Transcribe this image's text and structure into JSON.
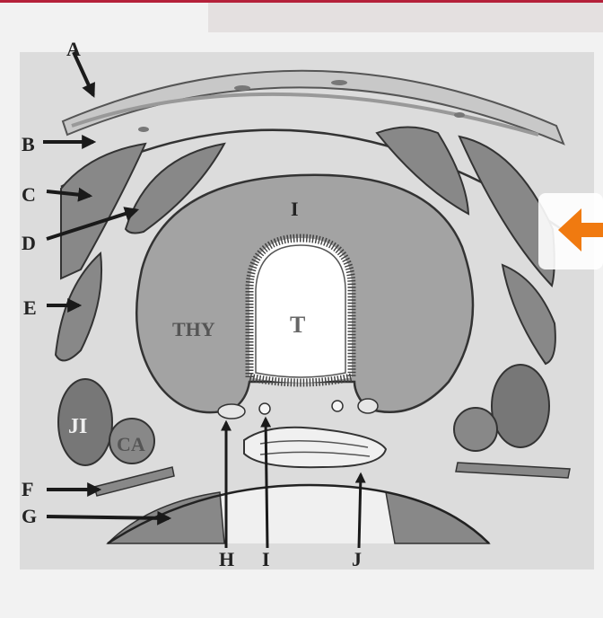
{
  "figure": {
    "labels": {
      "a": "A",
      "b": "B",
      "c": "C",
      "d": "D",
      "e": "E",
      "f": "F",
      "g": "G",
      "h": "H",
      "i": "I",
      "j": "J"
    },
    "inner_labels": {
      "thyroid_isthmus": "I",
      "thyroid": "THY",
      "trachea": "T",
      "jugular": "JI",
      "carotid": "CA"
    }
  },
  "colors": {
    "accent_bar": "#b5213a",
    "orange_arrow": "#f07a10",
    "muscle": "#888888",
    "thyroid": "#a3a3a3",
    "outline": "#333333"
  }
}
